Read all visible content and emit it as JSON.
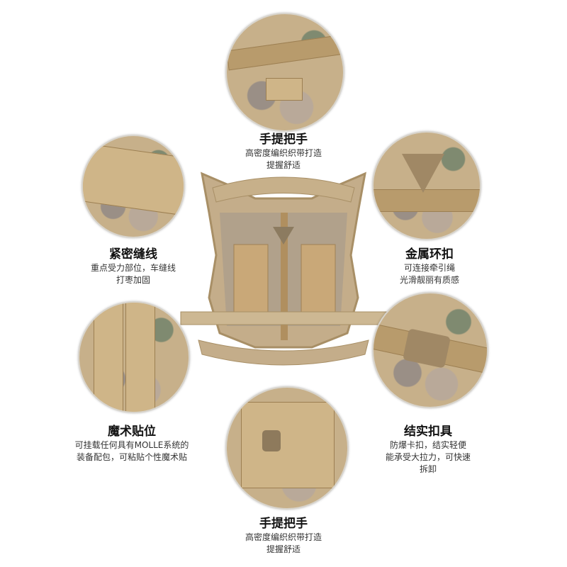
{
  "features": [
    {
      "title": "手提把手",
      "lines": [
        "高密度编织织带打造",
        "提握舒适"
      ]
    },
    {
      "title": "紧密缝线",
      "lines": [
        "重点受力部位，车缝线",
        "打枣加固"
      ]
    },
    {
      "title": "金属环扣",
      "lines": [
        "可连接牵引绳",
        "光滑靓丽有质感"
      ]
    },
    {
      "title": "魔术贴位",
      "lines": [
        "可挂载任何具有MOLLE系统的",
        "装备配包，可粘贴个性魔术贴"
      ]
    },
    {
      "title": "结实扣具",
      "lines": [
        "防爆卡扣，结实轻便",
        "能承受大拉力，可快速",
        "拆卸"
      ]
    },
    {
      "title": "手提把手",
      "lines": [
        "高密度编织织带打造",
        "提握舒适"
      ]
    }
  ],
  "colors": {
    "tan": "#c7b08a",
    "strap": "#b89b6c",
    "buckle": "#a08865"
  }
}
